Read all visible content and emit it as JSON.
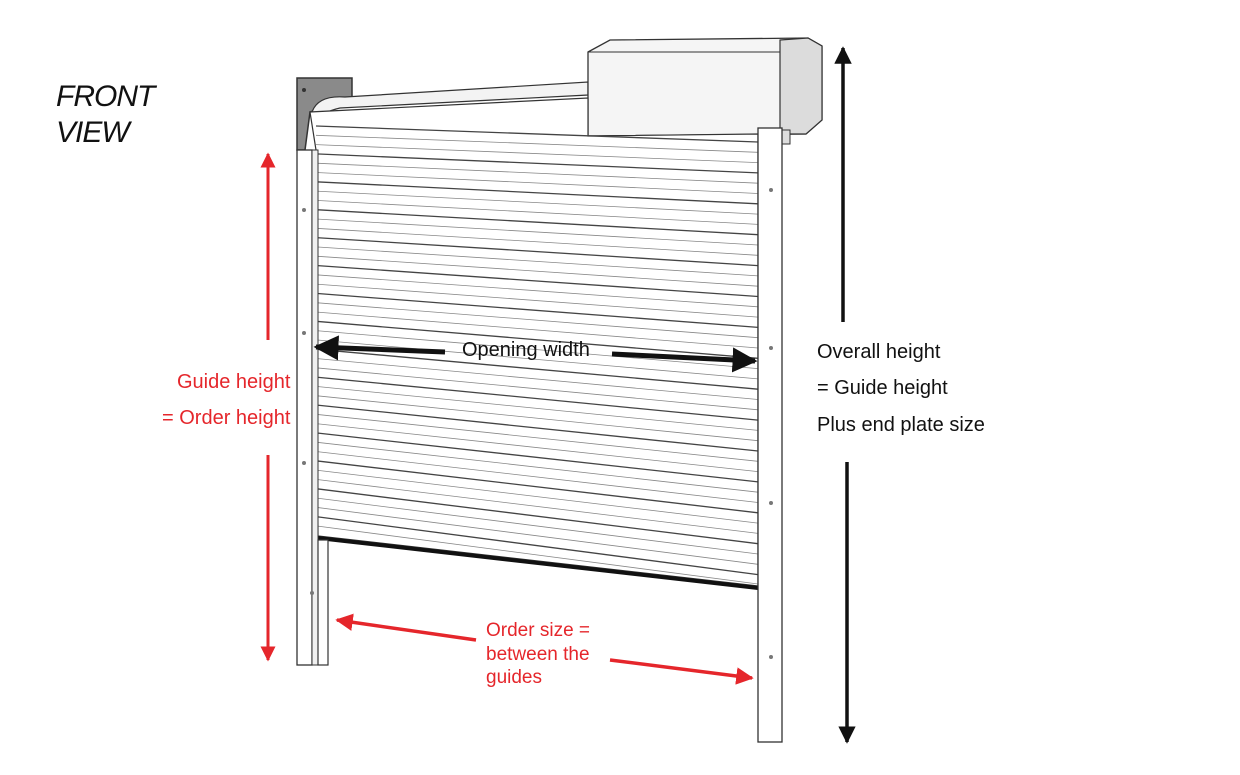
{
  "title": {
    "line1": "FRONT",
    "line2": "VIEW"
  },
  "labels": {
    "opening_width": "Opening width",
    "guide_height_line1": "Guide height",
    "guide_height_line2": "= Order height",
    "overall_height_line1": "Overall height",
    "overall_height_line2": "= Guide height",
    "overall_height_line3": "Plus end plate size",
    "order_size_line1": "Order size =",
    "order_size_line2": "between the",
    "order_size_line3": "guides"
  },
  "colors": {
    "annotation_red": "#e5262b",
    "annotation_black": "#111111",
    "door_outline": "#333333",
    "end_plate": "#8a8a8a"
  }
}
